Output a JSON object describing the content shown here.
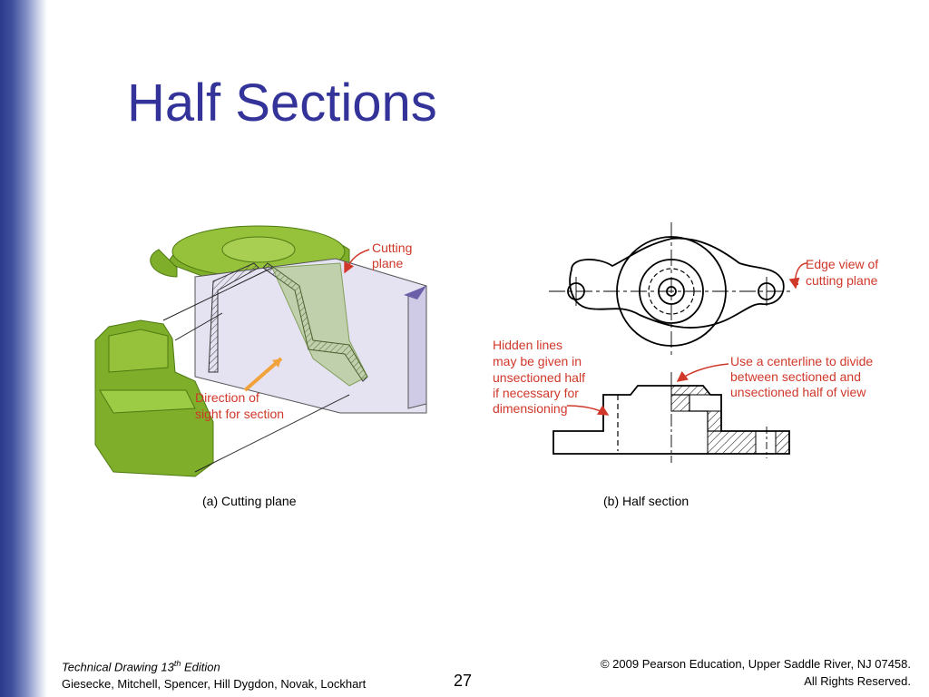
{
  "slide": {
    "title": "Half Sections",
    "page_number": "27"
  },
  "figure_a": {
    "caption": "(a) Cutting plane",
    "label_cutting_plane_1": "Cutting",
    "label_cutting_plane_2": "plane",
    "label_direction_1": "Direction of",
    "label_direction_2": "sight for section"
  },
  "figure_b": {
    "caption": "(b) Half section",
    "label_edge_view_1": "Edge view of",
    "label_edge_view_2": "cutting plane",
    "label_hidden_1": "Hidden lines",
    "label_hidden_2": "may be given in",
    "label_hidden_3": "unsectioned half",
    "label_hidden_4": "if necessary for",
    "label_hidden_5": "dimensioning",
    "label_centerline_1": "Use a centerline to divide",
    "label_centerline_2": "between sectioned and",
    "label_centerline_3": "unsectioned half of view"
  },
  "footer": {
    "book_title": "Technical Drawing  13",
    "book_sup": "th",
    "book_edition": " Edition",
    "authors": "Giesecke, Mitchell, Spencer, Hill Dygdon, Novak, Lockhart",
    "copyright": "© 2009 Pearson Education, Upper Saddle River, NJ 07458.",
    "rights": "All Rights Reserved."
  },
  "colors": {
    "title": "#33339a",
    "part_green": "#7fae2a",
    "annotation_red": "#d0382a",
    "plane_purple": "#e5e2f2"
  }
}
